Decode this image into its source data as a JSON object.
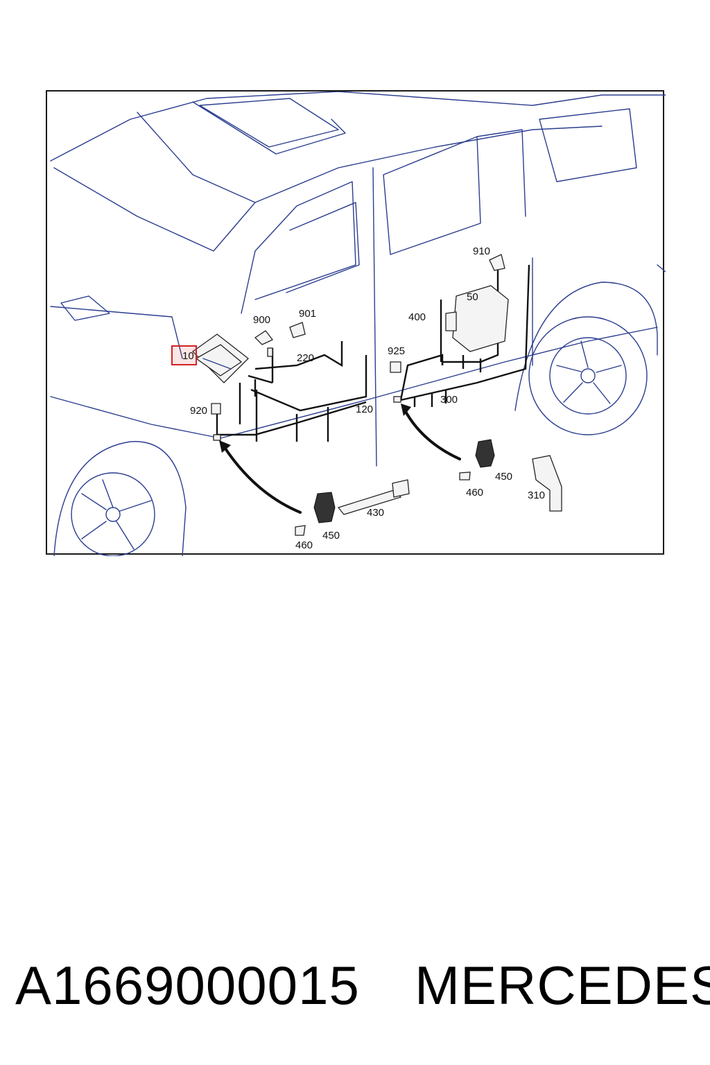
{
  "diagram": {
    "callouts": {
      "c10": "10",
      "c50": "50",
      "c120": "120",
      "c220": "220",
      "c300": "300",
      "c310": "310",
      "c400": "400",
      "c430": "430",
      "c450a": "450",
      "c450b": "450",
      "c460a": "460",
      "c460b": "460",
      "c900": "900",
      "c901": "901",
      "c910": "910",
      "c920": "920",
      "c925": "925"
    },
    "highlighted_callout": "10",
    "colors": {
      "car_outline": "#2a3d8f",
      "highlight": "#d32222",
      "harness": "#111111"
    }
  },
  "footer": {
    "part_number": "A1669000015",
    "brand": "MERCEDES"
  }
}
